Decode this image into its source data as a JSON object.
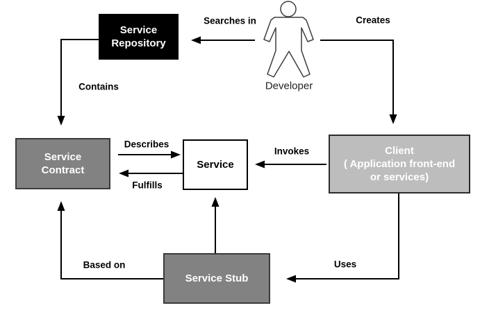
{
  "diagram": {
    "background_color": "#ffffff",
    "connector_color": "#000000",
    "nodes": [
      {
        "id": "service-repository",
        "label": "Service\nRepository",
        "fill": "#000000",
        "text_color": "#ffffff"
      },
      {
        "id": "service-contract",
        "label": "Service\nContract",
        "fill": "#828282",
        "text_color": "#ffffff",
        "border_color": "#3a3a3a"
      },
      {
        "id": "service",
        "label": "Service",
        "fill": "#ffffff",
        "text_color": "#000000",
        "border_color": "#000000"
      },
      {
        "id": "client",
        "label": "Client\n( Application front-end\nor services)",
        "fill": "#bdbdbd",
        "text_color": "#ffffff",
        "border_color": "#2b2b2b"
      },
      {
        "id": "service-stub",
        "label": "Service Stub",
        "fill": "#828282",
        "text_color": "#ffffff",
        "border_color": "#3a3a3a"
      }
    ],
    "actor": {
      "id": "developer",
      "label": "Developer"
    },
    "edges": [
      {
        "label": "Searches in",
        "from": "developer",
        "to": "service-repository"
      },
      {
        "label": "Creates",
        "from": "developer",
        "to": "client"
      },
      {
        "label": "Contains",
        "from": "service-repository",
        "to": "service-contract"
      },
      {
        "label": "Describes",
        "from": "service-contract",
        "to": "service"
      },
      {
        "label": "Fulfills",
        "from": "service",
        "to": "service-contract"
      },
      {
        "label": "Invokes",
        "from": "client",
        "to": "service"
      },
      {
        "label": "",
        "from": "service-stub",
        "to": "service"
      },
      {
        "label": "Based on",
        "from": "service-stub",
        "to": "service-contract"
      },
      {
        "label": "Uses",
        "from": "client",
        "to": "service-stub"
      }
    ]
  }
}
